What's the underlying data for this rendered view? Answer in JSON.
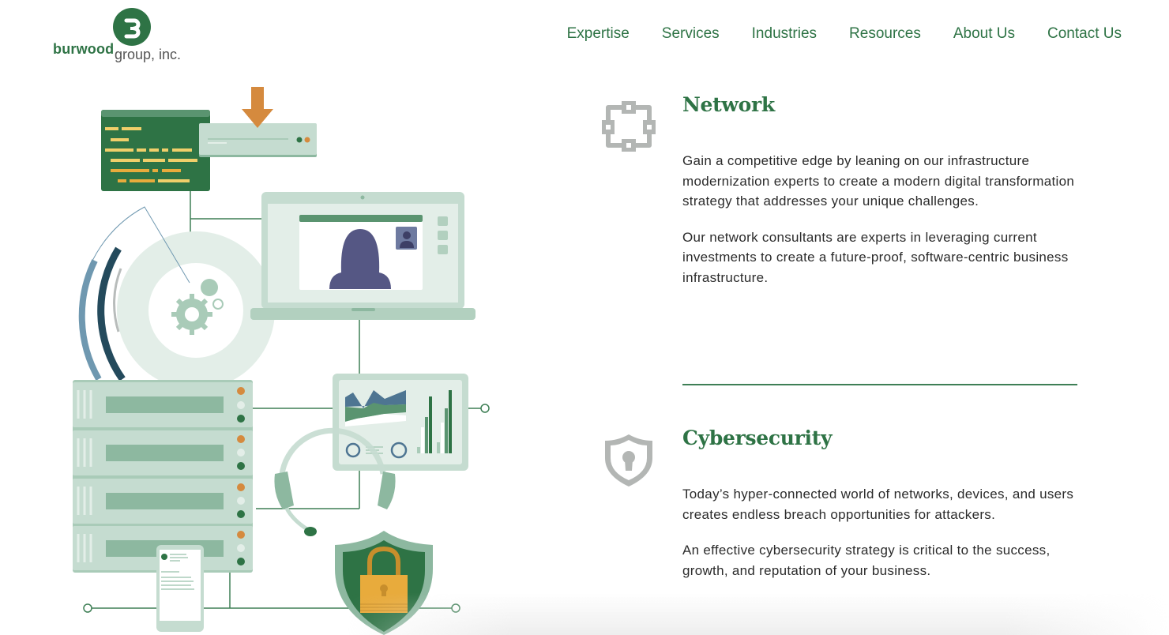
{
  "header": {
    "logo": {
      "brand_bold": "burwood",
      "brand_rest": "group, inc.",
      "monogram": "B"
    },
    "nav": [
      {
        "label": "Expertise"
      },
      {
        "label": "Services"
      },
      {
        "label": "Industries"
      },
      {
        "label": "Resources"
      },
      {
        "label": "About Us"
      },
      {
        "label": "Contact Us"
      }
    ]
  },
  "sections": [
    {
      "icon": "network-icon",
      "title": "Network",
      "paragraphs": [
        "Gain a competitive edge by leaning on our infrastructure modernization experts to create a modern digital transformation strategy that addresses your unique challenges.",
        "Our network consultants are experts in leveraging current investments to create a future-proof, software-centric business infrastructure."
      ]
    },
    {
      "icon": "shield-keyhole-icon",
      "title": "Cybersecurity",
      "paragraphs": [
        "Today’s hyper-connected world of networks, devices, and users creates endless breach opportunities for attackers.",
        "An effective cybersecurity strategy is critical to the success, growth, and reputation of your business."
      ]
    }
  ],
  "illustration": {
    "description": "IT infrastructure illustration: code window, download server, video call laptop, gears, server rack, analytics dashboard, headset, mobile phone, security shield with padlock"
  },
  "colors": {
    "brand_green": "#2e7345",
    "light_green": "#c5dcd0",
    "mid_green": "#8db8a0",
    "orange": "#d58a3e",
    "gold": "#e8ab3c",
    "purple": "#555784",
    "navy": "#244a5c",
    "steel_blue": "#6f98b0",
    "icon_gray": "#b3b6b4"
  }
}
